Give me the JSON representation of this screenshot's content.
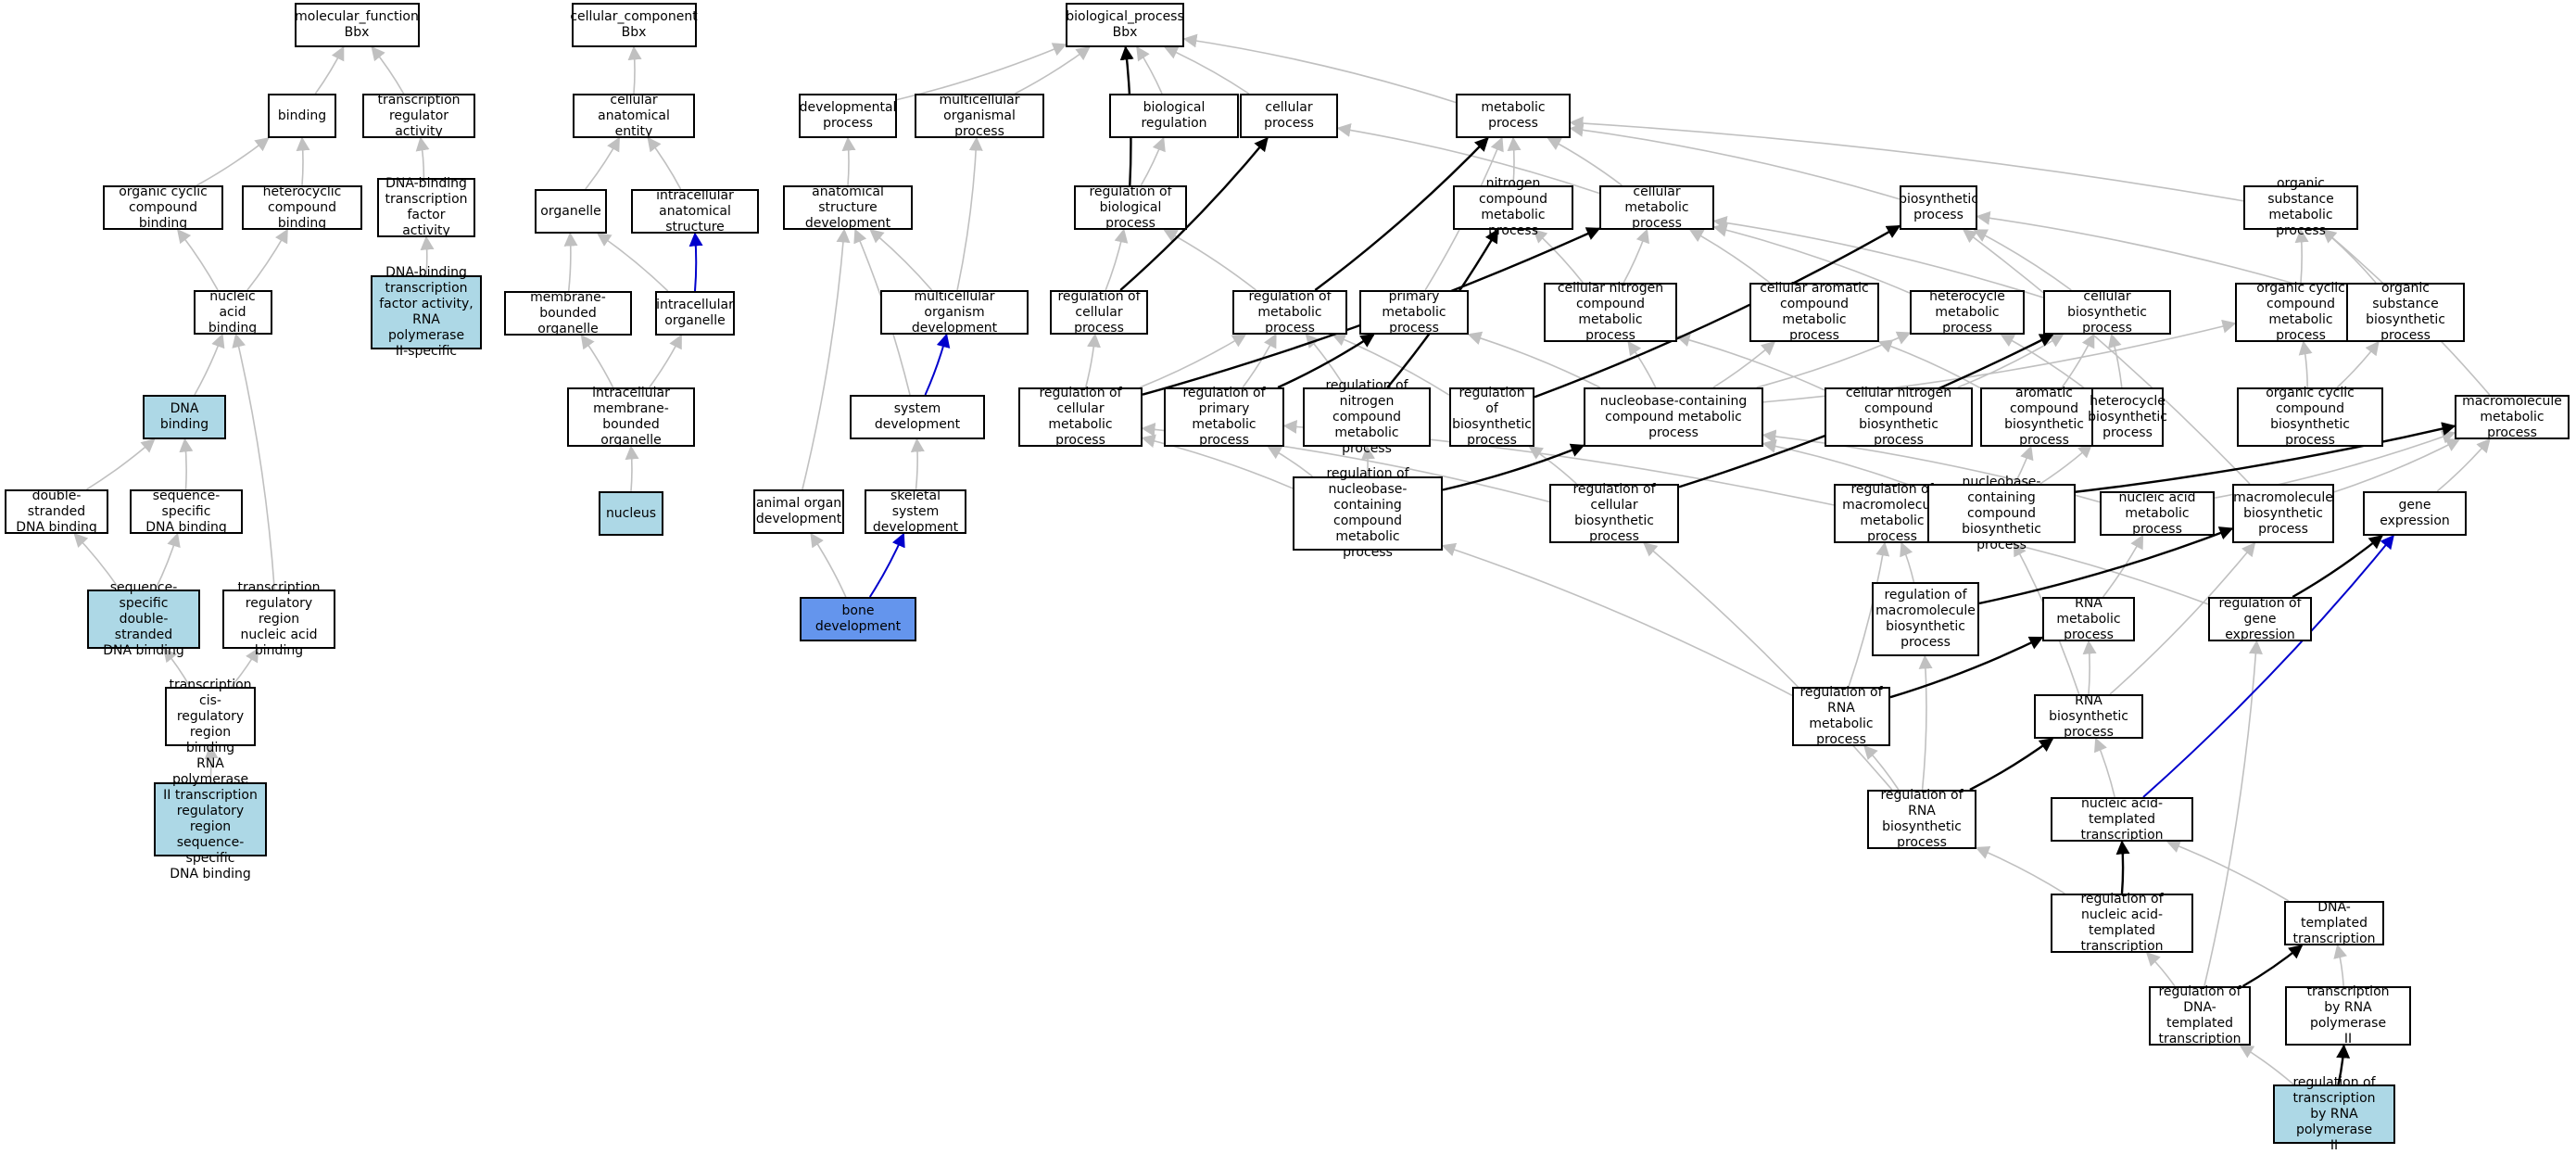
{
  "colors": {
    "default_fill": "#ffffff",
    "annotated_fill": "#add8e6",
    "query_fill": "#6495ed",
    "gray_edge": "#c0c0c0",
    "black_edge": "#000000",
    "blue_edge": "#0000cc"
  },
  "nodes": [
    {
      "id": "mf",
      "label": "molecular_function\nBbx",
      "fill": "default"
    },
    {
      "id": "binding",
      "label": "binding",
      "fill": "default"
    },
    {
      "id": "tra",
      "label": "transcription\nregulator activity",
      "fill": "default"
    },
    {
      "id": "ocb",
      "label": "organic cyclic\ncompound binding",
      "fill": "default"
    },
    {
      "id": "hcb",
      "label": "heterocyclic\ncompound binding",
      "fill": "default"
    },
    {
      "id": "dbtfa",
      "label": "DNA-binding\ntranscription\nfactor activity",
      "fill": "default"
    },
    {
      "id": "nab",
      "label": "nucleic acid\nbinding",
      "fill": "default"
    },
    {
      "id": "dbtfa2",
      "label": "DNA-binding\ntranscription\nfactor activity,\nRNA polymerase\nII-specific",
      "fill": "annotated"
    },
    {
      "id": "dnab",
      "label": "DNA binding",
      "fill": "annotated"
    },
    {
      "id": "dsdb",
      "label": "double-stranded\nDNA binding",
      "fill": "default"
    },
    {
      "id": "ssdb",
      "label": "sequence-specific\nDNA binding",
      "fill": "default"
    },
    {
      "id": "ssdsdb",
      "label": "sequence-specific\ndouble-stranded\nDNA binding",
      "fill": "annotated"
    },
    {
      "id": "trrnab",
      "label": "transcription\nregulatory region\nnucleic acid\nbinding",
      "fill": "default"
    },
    {
      "id": "tcrrb",
      "label": "transcription\ncis-regulatory\nregion binding",
      "fill": "default"
    },
    {
      "id": "rnap2",
      "label": "RNA polymerase\nII transcription\nregulatory region\nsequence-specific\nDNA binding",
      "fill": "annotated"
    },
    {
      "id": "cc",
      "label": "cellular_component\nBbx",
      "fill": "default"
    },
    {
      "id": "cae",
      "label": "cellular anatomical\nentity",
      "fill": "default"
    },
    {
      "id": "organelle",
      "label": "organelle",
      "fill": "default"
    },
    {
      "id": "ias",
      "label": "intracellular\nanatomical structure",
      "fill": "default"
    },
    {
      "id": "mbo",
      "label": "membrane-bounded\norganelle",
      "fill": "default"
    },
    {
      "id": "io",
      "label": "intracellular\norganelle",
      "fill": "default"
    },
    {
      "id": "imbo",
      "label": "intracellular\nmembrane-bounded\norganelle",
      "fill": "default"
    },
    {
      "id": "nucleus",
      "label": "nucleus",
      "fill": "annotated"
    },
    {
      "id": "bp",
      "label": "biological_process\nBbx",
      "fill": "default"
    },
    {
      "id": "devp",
      "label": "developmental\nprocess",
      "fill": "default"
    },
    {
      "id": "mop",
      "label": "multicellular\norganismal process",
      "fill": "default"
    },
    {
      "id": "breg",
      "label": "biological regulation",
      "fill": "default"
    },
    {
      "id": "cellp",
      "label": "cellular process",
      "fill": "default"
    },
    {
      "id": "metp",
      "label": "metabolic process",
      "fill": "default"
    },
    {
      "id": "asd",
      "label": "anatomical structure\ndevelopment",
      "fill": "default"
    },
    {
      "id": "rbp",
      "label": "regulation of\nbiological process",
      "fill": "default"
    },
    {
      "id": "ncmp",
      "label": "nitrogen compound\nmetabolic process",
      "fill": "default"
    },
    {
      "id": "cmp",
      "label": "cellular metabolic\nprocess",
      "fill": "default"
    },
    {
      "id": "biop",
      "label": "biosynthetic\nprocess",
      "fill": "default"
    },
    {
      "id": "osmp",
      "label": "organic substance\nmetabolic process",
      "fill": "default"
    },
    {
      "id": "mod",
      "label": "multicellular\norganism development",
      "fill": "default"
    },
    {
      "id": "rcp",
      "label": "regulation of\ncellular process",
      "fill": "default"
    },
    {
      "id": "rmp",
      "label": "regulation of\nmetabolic process",
      "fill": "default"
    },
    {
      "id": "pmp",
      "label": "primary metabolic\nprocess",
      "fill": "default"
    },
    {
      "id": "cncmp",
      "label": "cellular nitrogen\ncompound metabolic\nprocess",
      "fill": "default"
    },
    {
      "id": "cacmp",
      "label": "cellular aromatic\ncompound metabolic\nprocess",
      "fill": "default"
    },
    {
      "id": "hmp",
      "label": "heterocycle\nmetabolic process",
      "fill": "default"
    },
    {
      "id": "cbp",
      "label": "cellular biosynthetic\nprocess",
      "fill": "default"
    },
    {
      "id": "occmp",
      "label": "organic cyclic\ncompound metabolic\nprocess",
      "fill": "default"
    },
    {
      "id": "osbp",
      "label": "organic substance\nbiosynthetic\nprocess",
      "fill": "default"
    },
    {
      "id": "sysdev",
      "label": "system development",
      "fill": "default"
    },
    {
      "id": "rcmp",
      "label": "regulation of\ncellular metabolic\nprocess",
      "fill": "default"
    },
    {
      "id": "rpmp",
      "label": "regulation of\nprimary metabolic\nprocess",
      "fill": "default"
    },
    {
      "id": "rncmp",
      "label": "regulation of\nnitrogen compound\nmetabolic process",
      "fill": "default"
    },
    {
      "id": "rbiop",
      "label": "regulation of\nbiosynthetic\nprocess",
      "fill": "default"
    },
    {
      "id": "nbcmp",
      "label": "nucleobase-containing\ncompound metabolic\nprocess",
      "fill": "default"
    },
    {
      "id": "cncbp",
      "label": "cellular nitrogen\ncompound biosynthetic\nprocess",
      "fill": "default"
    },
    {
      "id": "acbp",
      "label": "aromatic compound\nbiosynthetic\nprocess",
      "fill": "default"
    },
    {
      "id": "hbp",
      "label": "heterocycle\nbiosynthetic\nprocess",
      "fill": "default"
    },
    {
      "id": "occbp",
      "label": "organic cyclic\ncompound biosynthetic\nprocess",
      "fill": "default"
    },
    {
      "id": "macromp",
      "label": "macromolecule\nmetabolic process",
      "fill": "default"
    },
    {
      "id": "aod",
      "label": "animal organ\ndevelopment",
      "fill": "default"
    },
    {
      "id": "ssd",
      "label": "skeletal system\ndevelopment",
      "fill": "default"
    },
    {
      "id": "rnbcmp",
      "label": "regulation of\nnucleobase-containing\ncompound metabolic\nprocess",
      "fill": "default"
    },
    {
      "id": "rcbp",
      "label": "regulation of\ncellular biosynthetic\nprocess",
      "fill": "default"
    },
    {
      "id": "rmacromp",
      "label": "regulation of\nmacromolecule\nmetabolic process",
      "fill": "default"
    },
    {
      "id": "nbcbp",
      "label": "nucleobase-containing\ncompound biosynthetic\nprocess",
      "fill": "default"
    },
    {
      "id": "namp",
      "label": "nucleic acid\nmetabolic process",
      "fill": "default"
    },
    {
      "id": "macrobp",
      "label": "macromolecule\nbiosynthetic\nprocess",
      "fill": "default"
    },
    {
      "id": "ge",
      "label": "gene expression",
      "fill": "default"
    },
    {
      "id": "bonedev",
      "label": "bone development",
      "fill": "query"
    },
    {
      "id": "rmacrobp",
      "label": "regulation of\nmacromolecule\nbiosynthetic\nprocess",
      "fill": "default"
    },
    {
      "id": "rnamp",
      "label": "RNA metabolic\nprocess",
      "fill": "default"
    },
    {
      "id": "rge",
      "label": "regulation of\ngene expression",
      "fill": "default"
    },
    {
      "id": "rrnamp",
      "label": "regulation of\nRNA metabolic\nprocess",
      "fill": "default"
    },
    {
      "id": "rnabp",
      "label": "RNA biosynthetic\nprocess",
      "fill": "default"
    },
    {
      "id": "rrnabp",
      "label": "regulation of\nRNA biosynthetic\nprocess",
      "fill": "default"
    },
    {
      "id": "natt",
      "label": "nucleic acid-templated\ntranscription",
      "fill": "default"
    },
    {
      "id": "rnatt",
      "label": "regulation of\nnucleic acid-templated\ntranscription",
      "fill": "default"
    },
    {
      "id": "dtt",
      "label": "DNA-templated\ntranscription",
      "fill": "default"
    },
    {
      "id": "rdtt",
      "label": "regulation of\nDNA-templated\ntranscription",
      "fill": "default"
    },
    {
      "id": "trnap2",
      "label": "transcription\nby RNA polymerase\nII",
      "fill": "default"
    },
    {
      "id": "rtrnap2",
      "label": "regulation of\ntranscription\nby RNA polymerase\nII",
      "fill": "annotated"
    }
  ],
  "edges": [
    {
      "from": "binding",
      "to": "mf",
      "type": "is_a"
    },
    {
      "from": "tra",
      "to": "mf",
      "type": "is_a"
    },
    {
      "from": "ocb",
      "to": "binding",
      "type": "is_a"
    },
    {
      "from": "hcb",
      "to": "binding",
      "type": "is_a"
    },
    {
      "from": "dbtfa",
      "to": "tra",
      "type": "is_a"
    },
    {
      "from": "nab",
      "to": "ocb",
      "type": "is_a"
    },
    {
      "from": "nab",
      "to": "hcb",
      "type": "is_a"
    },
    {
      "from": "dbtfa2",
      "to": "dbtfa",
      "type": "is_a"
    },
    {
      "from": "dnab",
      "to": "nab",
      "type": "is_a"
    },
    {
      "from": "dsdb",
      "to": "dnab",
      "type": "is_a"
    },
    {
      "from": "ssdb",
      "to": "dnab",
      "type": "is_a"
    },
    {
      "from": "ssdsdb",
      "to": "dsdb",
      "type": "is_a"
    },
    {
      "from": "ssdsdb",
      "to": "ssdb",
      "type": "is_a"
    },
    {
      "from": "trrnab",
      "to": "nab",
      "type": "is_a"
    },
    {
      "from": "tcrrb",
      "to": "ssdsdb",
      "type": "is_a"
    },
    {
      "from": "tcrrb",
      "to": "trrnab",
      "type": "is_a"
    },
    {
      "from": "rnap2",
      "to": "tcrrb",
      "type": "is_a"
    },
    {
      "from": "cae",
      "to": "cc",
      "type": "is_a"
    },
    {
      "from": "organelle",
      "to": "cae",
      "type": "is_a"
    },
    {
      "from": "ias",
      "to": "cae",
      "type": "is_a"
    },
    {
      "from": "mbo",
      "to": "organelle",
      "type": "is_a"
    },
    {
      "from": "io",
      "to": "organelle",
      "type": "is_a"
    },
    {
      "from": "io",
      "to": "ias",
      "type": "part_of"
    },
    {
      "from": "imbo",
      "to": "mbo",
      "type": "is_a"
    },
    {
      "from": "imbo",
      "to": "io",
      "type": "is_a"
    },
    {
      "from": "nucleus",
      "to": "imbo",
      "type": "is_a"
    },
    {
      "from": "devp",
      "to": "bp",
      "type": "is_a"
    },
    {
      "from": "mop",
      "to": "bp",
      "type": "is_a"
    },
    {
      "from": "breg",
      "to": "bp",
      "type": "is_a"
    },
    {
      "from": "cellp",
      "to": "bp",
      "type": "is_a"
    },
    {
      "from": "metp",
      "to": "bp",
      "type": "is_a"
    },
    {
      "from": "rbp",
      "to": "bp",
      "type": "regulates"
    },
    {
      "from": "rbp",
      "to": "breg",
      "type": "is_a"
    },
    {
      "from": "asd",
      "to": "devp",
      "type": "is_a"
    },
    {
      "from": "ncmp",
      "to": "metp",
      "type": "is_a"
    },
    {
      "from": "cmp",
      "to": "metp",
      "type": "is_a"
    },
    {
      "from": "cmp",
      "to": "cellp",
      "type": "is_a"
    },
    {
      "from": "biop",
      "to": "metp",
      "type": "is_a"
    },
    {
      "from": "osmp",
      "to": "metp",
      "type": "is_a"
    },
    {
      "from": "mod",
      "to": "asd",
      "type": "is_a"
    },
    {
      "from": "mod",
      "to": "mop",
      "type": "is_a"
    },
    {
      "from": "rcp",
      "to": "rbp",
      "type": "is_a"
    },
    {
      "from": "rcp",
      "to": "cellp",
      "type": "regulates"
    },
    {
      "from": "rmp",
      "to": "rbp",
      "type": "is_a"
    },
    {
      "from": "rmp",
      "to": "metp",
      "type": "regulates"
    },
    {
      "from": "pmp",
      "to": "metp",
      "type": "is_a"
    },
    {
      "from": "cncmp",
      "to": "ncmp",
      "type": "is_a"
    },
    {
      "from": "cncmp",
      "to": "cmp",
      "type": "is_a"
    },
    {
      "from": "cacmp",
      "to": "cmp",
      "type": "is_a"
    },
    {
      "from": "hmp",
      "to": "cmp",
      "type": "is_a"
    },
    {
      "from": "cbp",
      "to": "cmp",
      "type": "is_a"
    },
    {
      "from": "cbp",
      "to": "biop",
      "type": "is_a"
    },
    {
      "from": "occmp",
      "to": "osmp",
      "type": "is_a"
    },
    {
      "from": "osbp",
      "to": "osmp",
      "type": "is_a"
    },
    {
      "from": "osbp",
      "to": "biop",
      "type": "is_a"
    },
    {
      "from": "sysdev",
      "to": "asd",
      "type": "is_a"
    },
    {
      "from": "sysdev",
      "to": "mod",
      "type": "part_of"
    },
    {
      "from": "rcmp",
      "to": "rcp",
      "type": "is_a"
    },
    {
      "from": "rcmp",
      "to": "rmp",
      "type": "is_a"
    },
    {
      "from": "rcmp",
      "to": "cmp",
      "type": "regulates"
    },
    {
      "from": "rpmp",
      "to": "rmp",
      "type": "is_a"
    },
    {
      "from": "rpmp",
      "to": "pmp",
      "type": "regulates"
    },
    {
      "from": "rncmp",
      "to": "rmp",
      "type": "is_a"
    },
    {
      "from": "rncmp",
      "to": "ncmp",
      "type": "regulates"
    },
    {
      "from": "rbiop",
      "to": "rmp",
      "type": "is_a"
    },
    {
      "from": "rbiop",
      "to": "biop",
      "type": "regulates"
    },
    {
      "from": "nbcmp",
      "to": "cncmp",
      "type": "is_a"
    },
    {
      "from": "nbcmp",
      "to": "cacmp",
      "type": "is_a"
    },
    {
      "from": "nbcmp",
      "to": "hmp",
      "type": "is_a"
    },
    {
      "from": "nbcmp",
      "to": "occmp",
      "type": "is_a"
    },
    {
      "from": "nbcmp",
      "to": "pmp",
      "type": "is_a"
    },
    {
      "from": "cncbp",
      "to": "cncmp",
      "type": "is_a"
    },
    {
      "from": "cncbp",
      "to": "cbp",
      "type": "is_a"
    },
    {
      "from": "acbp",
      "to": "cacmp",
      "type": "is_a"
    },
    {
      "from": "acbp",
      "to": "cbp",
      "type": "is_a"
    },
    {
      "from": "hbp",
      "to": "hmp",
      "type": "is_a"
    },
    {
      "from": "hbp",
      "to": "cbp",
      "type": "is_a"
    },
    {
      "from": "occbp",
      "to": "occmp",
      "type": "is_a"
    },
    {
      "from": "occbp",
      "to": "osbp",
      "type": "is_a"
    },
    {
      "from": "macromp",
      "to": "osmp",
      "type": "is_a"
    },
    {
      "from": "aod",
      "to": "asd",
      "type": "is_a"
    },
    {
      "from": "ssd",
      "to": "sysdev",
      "type": "is_a"
    },
    {
      "from": "rnbcmp",
      "to": "rcmp",
      "type": "is_a"
    },
    {
      "from": "rnbcmp",
      "to": "rpmp",
      "type": "is_a"
    },
    {
      "from": "rnbcmp",
      "to": "rncmp",
      "type": "is_a"
    },
    {
      "from": "rnbcmp",
      "to": "nbcmp",
      "type": "regulates"
    },
    {
      "from": "rcbp",
      "to": "rcmp",
      "type": "is_a"
    },
    {
      "from": "rcbp",
      "to": "rbiop",
      "type": "is_a"
    },
    {
      "from": "rcbp",
      "to": "cbp",
      "type": "regulates"
    },
    {
      "from": "rmacromp",
      "to": "rpmp",
      "type": "is_a"
    },
    {
      "from": "rmacromp",
      "to": "macromp",
      "type": "regulates"
    },
    {
      "from": "nbcbp",
      "to": "nbcmp",
      "type": "is_a"
    },
    {
      "from": "nbcbp",
      "to": "acbp",
      "type": "is_a"
    },
    {
      "from": "nbcbp",
      "to": "hbp",
      "type": "is_a"
    },
    {
      "from": "namp",
      "to": "nbcmp",
      "type": "is_a"
    },
    {
      "from": "namp",
      "to": "macromp",
      "type": "is_a"
    },
    {
      "from": "macrobp",
      "to": "macromp",
      "type": "is_a"
    },
    {
      "from": "macrobp",
      "to": "biop",
      "type": "is_a"
    },
    {
      "from": "ge",
      "to": "macromp",
      "type": "is_a"
    },
    {
      "from": "bonedev",
      "to": "aod",
      "type": "is_a"
    },
    {
      "from": "bonedev",
      "to": "ssd",
      "type": "part_of"
    },
    {
      "from": "rmacrobp",
      "to": "rmacromp",
      "type": "is_a"
    },
    {
      "from": "rmacrobp",
      "to": "macrobp",
      "type": "regulates"
    },
    {
      "from": "rnamp",
      "to": "namp",
      "type": "is_a"
    },
    {
      "from": "rge",
      "to": "rmacromp",
      "type": "is_a"
    },
    {
      "from": "rge",
      "to": "ge",
      "type": "regulates"
    },
    {
      "from": "rrnamp",
      "to": "rmacromp",
      "type": "is_a"
    },
    {
      "from": "rrnamp",
      "to": "rnbcmp",
      "type": "is_a"
    },
    {
      "from": "rrnamp",
      "to": "rnamp",
      "type": "regulates"
    },
    {
      "from": "rnabp",
      "to": "rnamp",
      "type": "is_a"
    },
    {
      "from": "rnabp",
      "to": "nbcbp",
      "type": "is_a"
    },
    {
      "from": "rnabp",
      "to": "macrobp",
      "type": "is_a"
    },
    {
      "from": "rrnabp",
      "to": "rrnamp",
      "type": "is_a"
    },
    {
      "from": "rrnabp",
      "to": "rmacrobp",
      "type": "is_a"
    },
    {
      "from": "rrnabp",
      "to": "rcbp",
      "type": "is_a"
    },
    {
      "from": "rrnabp",
      "to": "rnabp",
      "type": "regulates"
    },
    {
      "from": "natt",
      "to": "rnabp",
      "type": "is_a"
    },
    {
      "from": "natt",
      "to": "ge",
      "type": "part_of"
    },
    {
      "from": "rnatt",
      "to": "rrnabp",
      "type": "is_a"
    },
    {
      "from": "rnatt",
      "to": "natt",
      "type": "regulates"
    },
    {
      "from": "dtt",
      "to": "natt",
      "type": "is_a"
    },
    {
      "from": "rdtt",
      "to": "rnatt",
      "type": "is_a"
    },
    {
      "from": "rdtt",
      "to": "rge",
      "type": "is_a"
    },
    {
      "from": "rdtt",
      "to": "dtt",
      "type": "regulates"
    },
    {
      "from": "trnap2",
      "to": "dtt",
      "type": "is_a"
    },
    {
      "from": "rtrnap2",
      "to": "rdtt",
      "type": "is_a"
    },
    {
      "from": "rtrnap2",
      "to": "trnap2",
      "type": "regulates"
    }
  ]
}
